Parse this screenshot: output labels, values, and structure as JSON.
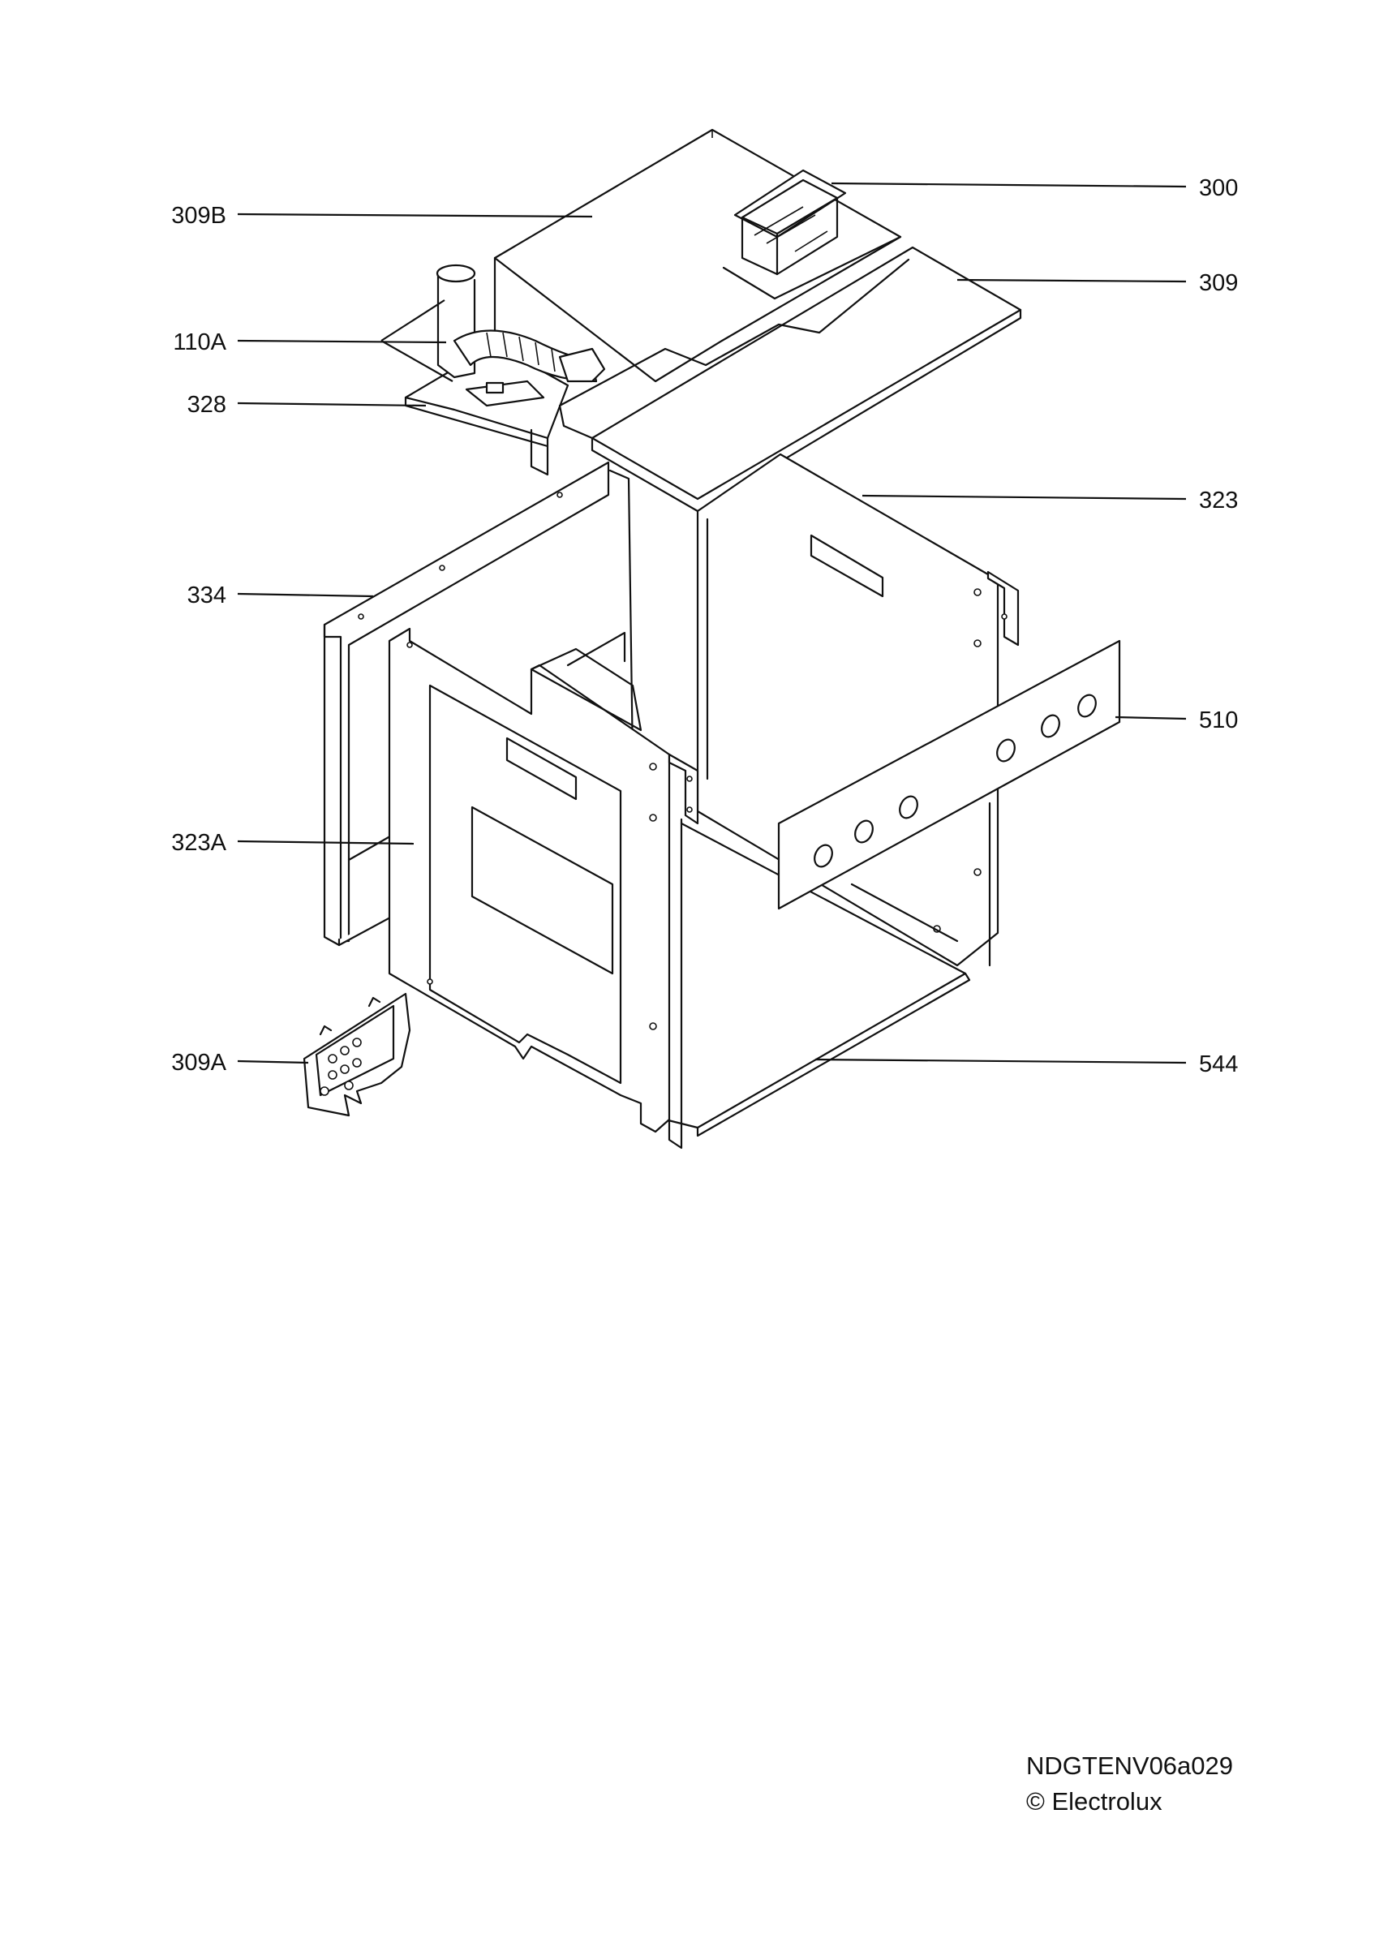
{
  "callouts": {
    "c300": "300",
    "c309B": "309B",
    "c309": "309",
    "c110A": "110A",
    "c328": "328",
    "c323": "323",
    "c334": "334",
    "c510": "510",
    "c323A": "323A",
    "c309A": "309A",
    "c544": "544"
  },
  "footer": {
    "code": "NDGTENV06a029",
    "copyright": "© Electrolux"
  }
}
